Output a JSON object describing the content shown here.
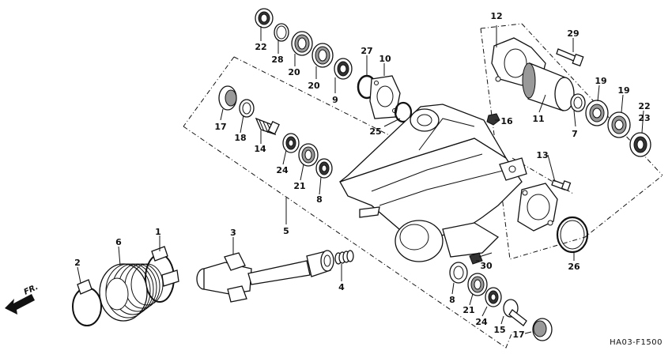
{
  "diagram_code": "HA03-F1500",
  "direction_label": "FR.",
  "parts": [
    {
      "id": "p1",
      "number": "1"
    },
    {
      "id": "p2",
      "number": "2"
    },
    {
      "id": "p3",
      "number": "3"
    },
    {
      "id": "p4",
      "number": "4"
    },
    {
      "id": "p5",
      "number": "5"
    },
    {
      "id": "p6",
      "number": "6"
    },
    {
      "id": "p7",
      "number": "7"
    },
    {
      "id": "p8a",
      "number": "8"
    },
    {
      "id": "p8b",
      "number": "8"
    },
    {
      "id": "p9",
      "number": "9"
    },
    {
      "id": "p10",
      "number": "10"
    },
    {
      "id": "p11",
      "number": "11"
    },
    {
      "id": "p12",
      "number": "12"
    },
    {
      "id": "p13",
      "number": "13"
    },
    {
      "id": "p14",
      "number": "14"
    },
    {
      "id": "p15",
      "number": "15"
    },
    {
      "id": "p16",
      "number": "16"
    },
    {
      "id": "p17a",
      "number": "17"
    },
    {
      "id": "p17b",
      "number": "17"
    },
    {
      "id": "p18",
      "number": "18"
    },
    {
      "id": "p19a",
      "number": "19"
    },
    {
      "id": "p19b",
      "number": "19"
    },
    {
      "id": "p20a",
      "number": "20"
    },
    {
      "id": "p20b",
      "number": "20"
    },
    {
      "id": "p21a",
      "number": "21"
    },
    {
      "id": "p21b",
      "number": "21"
    },
    {
      "id": "p22a",
      "number": "22"
    },
    {
      "id": "p22b",
      "number": "22"
    },
    {
      "id": "p23",
      "number": "23"
    },
    {
      "id": "p24a",
      "number": "24"
    },
    {
      "id": "p24b",
      "number": "24"
    },
    {
      "id": "p25",
      "number": "25"
    },
    {
      "id": "p26",
      "number": "26"
    },
    {
      "id": "p27",
      "number": "27"
    },
    {
      "id": "p28",
      "number": "28"
    },
    {
      "id": "p29",
      "number": "29"
    },
    {
      "id": "p30",
      "number": "30"
    }
  ]
}
